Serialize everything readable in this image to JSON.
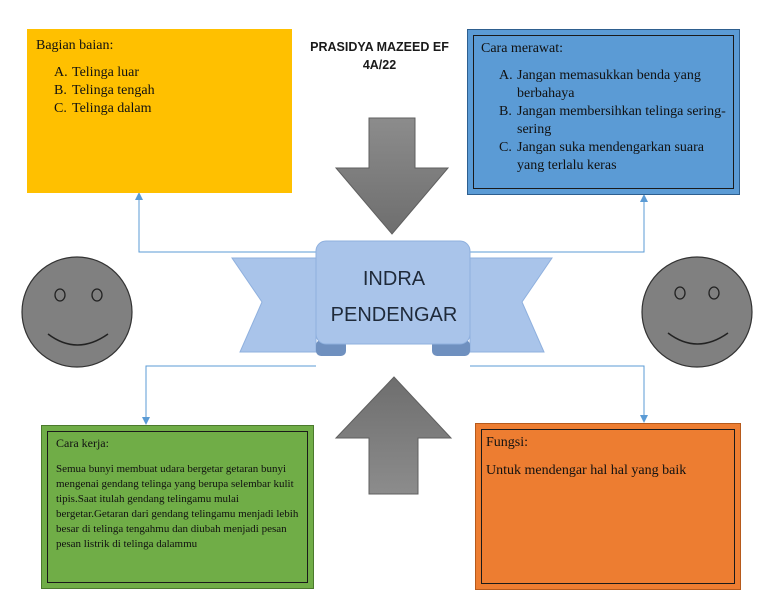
{
  "header": {
    "line1": "PRASIDYA MAZEED EF",
    "line2": "4A/22"
  },
  "center": {
    "line1": "INDRA",
    "line2": "PENDENGAR"
  },
  "parts": {
    "heading": "Bagian baian:",
    "items": [
      {
        "marker": "A.",
        "text": "Telinga luar"
      },
      {
        "marker": "B.",
        "text": "Telinga tengah"
      },
      {
        "marker": "C.",
        "text": "Telinga dalam"
      }
    ]
  },
  "care": {
    "heading": "Cara merawat:",
    "items": [
      {
        "marker": "A.",
        "text": "Jangan memasukkan benda yang berbahaya"
      },
      {
        "marker": "B.",
        "text": "Jangan membersihkan telinga sering-sering"
      },
      {
        "marker": "C.",
        "text": "Jangan suka mendengarkan suara yang terlalu keras"
      }
    ]
  },
  "howitworks": {
    "heading": "Cara kerja:",
    "body": "Semua bunyi membuat udara bergetar getaran bunyi mengenai gendang telinga yang berupa selembar kulit tipis.Saat itulah gendang telingamu mulai bergetar.Getaran dari gendang telingamu menjadi lebih besar di telinga tengahmu dan diubah menjadi pesan pesan listrik di telinga dalammu"
  },
  "function": {
    "heading": "Fungsi:",
    "body": "Untuk mendengar hal hal yang baik"
  },
  "colors": {
    "yellow": "#FFC000",
    "blue": "#5B9BD5",
    "green": "#70AD47",
    "orange": "#ED7D31",
    "banner": "#A9C4EA",
    "arrow": "#7F7F7F",
    "face": "#808080"
  },
  "icons": [
    "smiley-face-icon",
    "down-arrow-icon",
    "up-arrow-icon",
    "connector-arrow-icon"
  ]
}
